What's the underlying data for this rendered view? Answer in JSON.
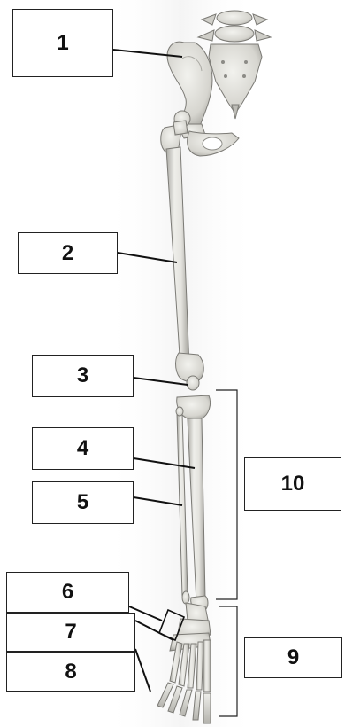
{
  "labels": {
    "l1": "1",
    "l2": "2",
    "l3": "3",
    "l4": "4",
    "l5": "5",
    "l6": "6",
    "l7": "7",
    "l8": "8",
    "l9": "9",
    "l10": "10"
  },
  "colors": {
    "bone_light": "#eeeeea",
    "bone_mid": "#d9d8d2",
    "bone_shade": "#a9a8a2",
    "outline": "#7b7a75",
    "leader": "#111111"
  }
}
